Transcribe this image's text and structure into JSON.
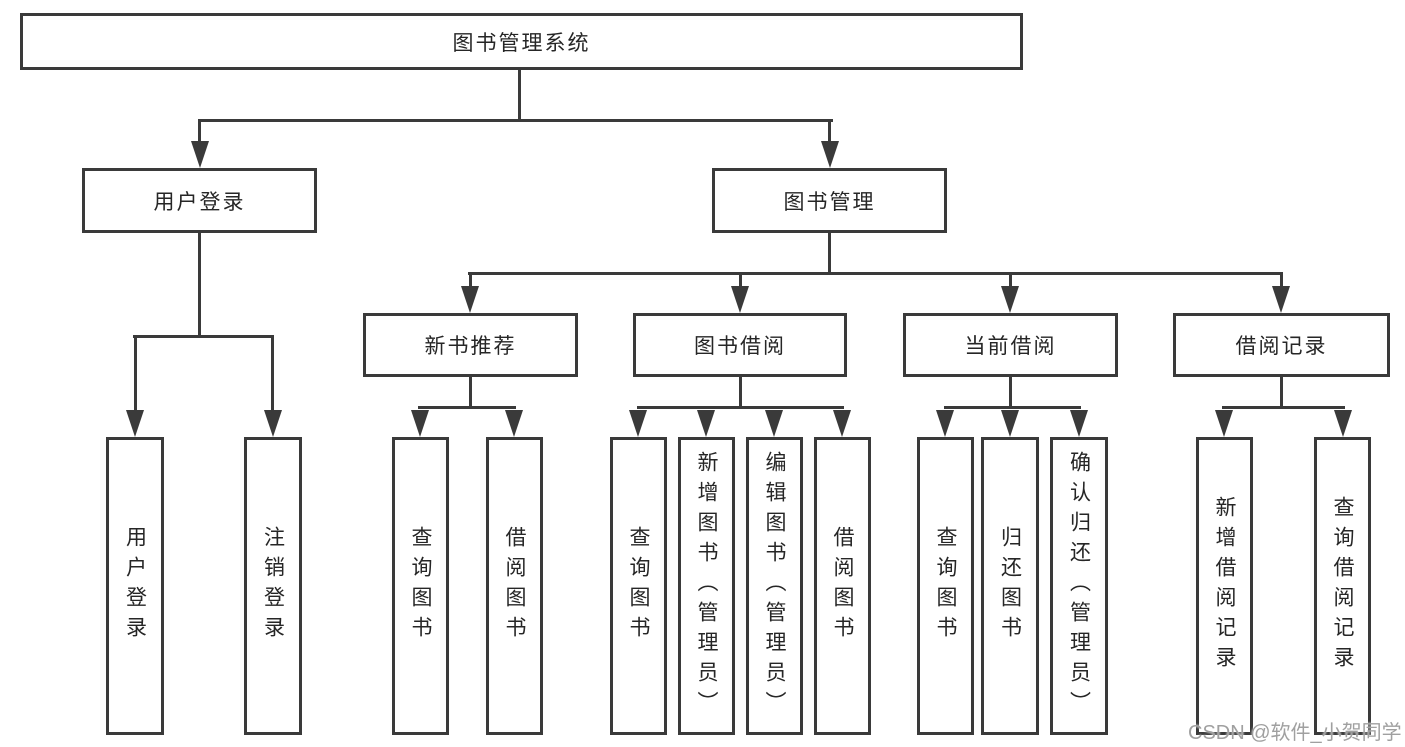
{
  "diagram": {
    "title": "图书管理系统",
    "level2": [
      {
        "label": "用户登录"
      },
      {
        "label": "图书管理"
      }
    ],
    "level3": [
      {
        "label": "新书推荐"
      },
      {
        "label": "图书借阅"
      },
      {
        "label": "当前借阅"
      },
      {
        "label": "借阅记录"
      }
    ],
    "groups": [
      {
        "parent": "用户登录",
        "children": [
          "用户登录",
          "注销登录"
        ]
      },
      {
        "parent": "新书推荐",
        "children": [
          "查询图书",
          "借阅图书"
        ]
      },
      {
        "parent": "图书借阅",
        "children": [
          "查询图书",
          "新增图书（管理员）",
          "编辑图书（管理员）",
          "借阅图书"
        ]
      },
      {
        "parent": "当前借阅",
        "children": [
          "查询图书",
          "归还图书",
          "确认归还（管理员）"
        ]
      },
      {
        "parent": "借阅记录",
        "children": [
          "新增借阅记录",
          "查询借阅记录"
        ]
      }
    ]
  },
  "watermark": "CSDN @软件_小贺同学",
  "colors": {
    "line": "#3a3a3a",
    "text": "#262626",
    "watermark": "#a0a0a0",
    "bg": "#ffffff"
  }
}
